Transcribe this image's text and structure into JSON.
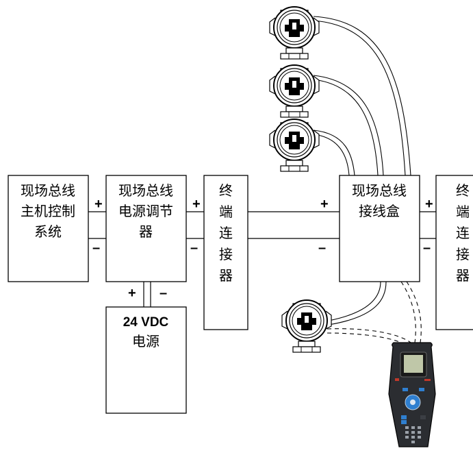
{
  "boxes": {
    "host": {
      "lines": [
        "现场总线",
        "主机控制",
        "系统"
      ]
    },
    "conditioner": {
      "lines": [
        "现场总线",
        "电源调节",
        "器"
      ]
    },
    "terminator_left": {
      "lines": [
        "终",
        "端",
        "连",
        "接",
        "器"
      ]
    },
    "junction": {
      "lines": [
        "现场总线",
        "接线盒"
      ]
    },
    "terminator_right": {
      "lines": [
        "终",
        "端",
        "连",
        "接",
        "器"
      ]
    },
    "power_supply": {
      "voltage": "24 VDC",
      "label": "电源"
    }
  },
  "signs": {
    "plus": "+",
    "minus": "–"
  },
  "icons": {
    "transmitter": "pressure-transmitter-icon",
    "communicator": "handheld-communicator-icon"
  }
}
